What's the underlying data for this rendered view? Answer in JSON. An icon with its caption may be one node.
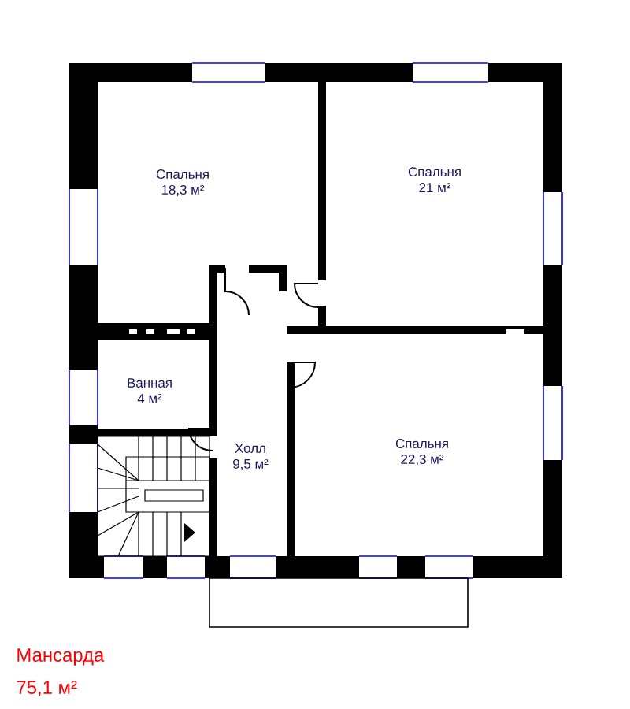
{
  "diagram": {
    "nodes": [
      {
        "text": [
          "Спальня",
          "18,3 м²"
        ]
      },
      {
        "text": [
          "Спальня",
          "21 м²"
        ]
      },
      {
        "text": [
          "Ванная",
          "4 м²"
        ]
      },
      {
        "text": [
          "Холл",
          "9,5 м²"
        ]
      },
      {
        "text": [
          "Спальня",
          "22,3 м²"
        ]
      }
    ],
    "labels": [
      "Мансарда",
      "75,1 м²"
    ]
  }
}
